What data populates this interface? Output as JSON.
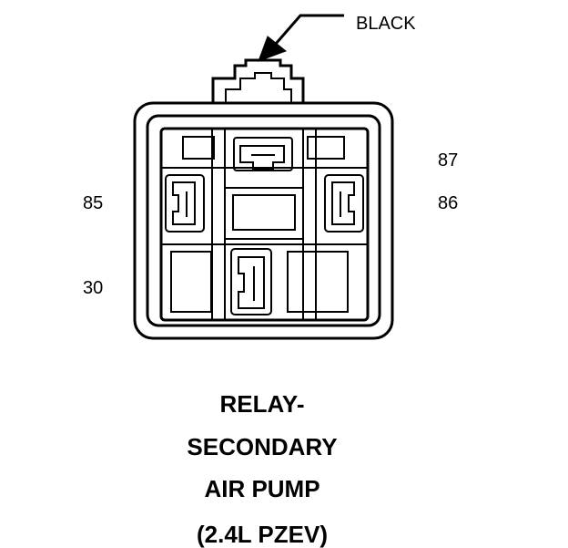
{
  "connector": {
    "color_label": "BLACK",
    "pins": {
      "pin_87": "87",
      "pin_85": "85",
      "pin_86": "86",
      "pin_30": "30"
    }
  },
  "title": {
    "line1": "RELAY-",
    "line2": "SECONDARY",
    "line3": "AIR PUMP",
    "line4": "(2.4L PZEV)"
  }
}
